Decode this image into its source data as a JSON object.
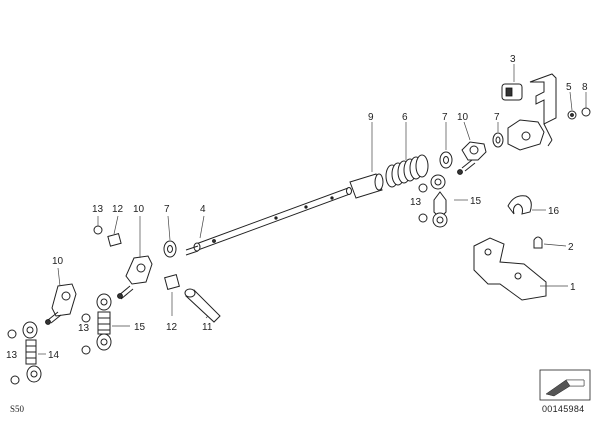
{
  "diagram": {
    "labels": {
      "l1": "1",
      "l2": "2",
      "l3": "3",
      "l4": "4",
      "l5": "5",
      "l6": "6",
      "l7a": "7",
      "l7b": "7",
      "l7c": "7",
      "l8": "8",
      "l9": "9",
      "l10a": "10",
      "l10b": "10",
      "l10c": "10",
      "l11": "11",
      "l12a": "12",
      "l12b": "12",
      "l13a": "13",
      "l13b": "13",
      "l13c": "13",
      "l13d": "13",
      "l14": "14",
      "l15a": "15",
      "l15b": "15",
      "l16": "16"
    },
    "corner_left": "S50",
    "corner_right": "00145984"
  }
}
